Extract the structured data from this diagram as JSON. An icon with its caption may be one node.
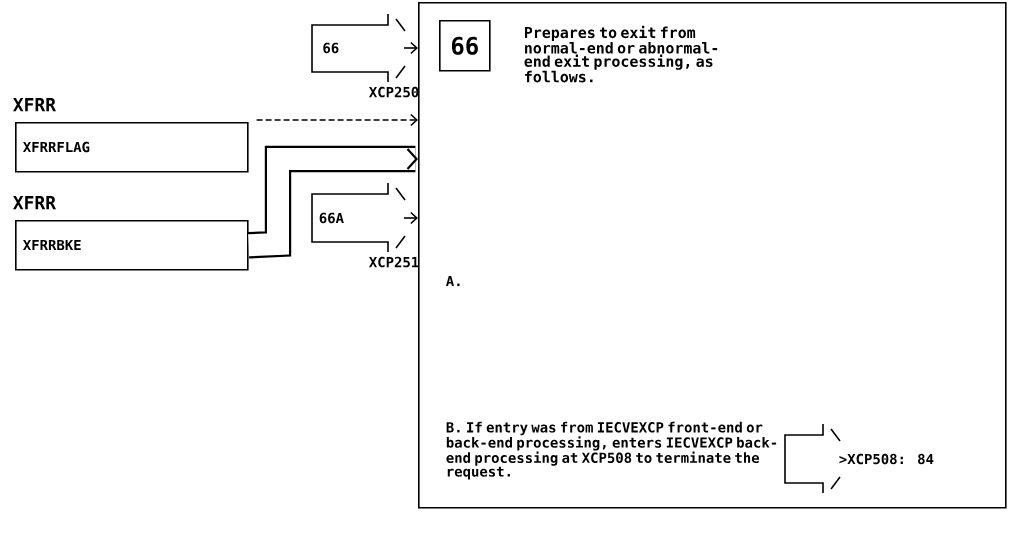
{
  "diagram": {
    "nodes": [
      {
        "text": [
          "Prepares to exit from normal-end or abnormal-end exit processing, as follows.",
          "A.",
          "B. If entry was from IECVEXCP front-end or back-end processing, enters IECVEXCP back-end processing at XCP508 to terminate the request."
        ]
      },
      {
        "text": [
          "66"
        ],
        "in": 0
      },
      {
        "text": [
          "66"
        ],
        "beside": [
          "XCP250"
        ]
      },
      {
        "text": [
          "XFRR",
          "XFRRFLAG"
        ]
      },
      {
        "text": [
          "XFRR",
          "XFRRBKE"
        ]
      },
      {
        "text": [
          "66A"
        ],
        "beside": [
          "XCP251"
        ]
      },
      {
        "text": [
          ">XCP508: 84"
        ],
        "in": 0
      }
    ],
    "edges": [
      {
        "from": 2,
        "to": 0,
        "arrow": "to"
      },
      {
        "from": 3,
        "to": 0,
        "arrow": "to",
        "style": "dashed"
      },
      {
        "from": 4,
        "to": 0,
        "arrow": "to",
        "style": "thick"
      },
      {
        "from": 5,
        "to": 0,
        "arrow": "to"
      }
    ]
  }
}
